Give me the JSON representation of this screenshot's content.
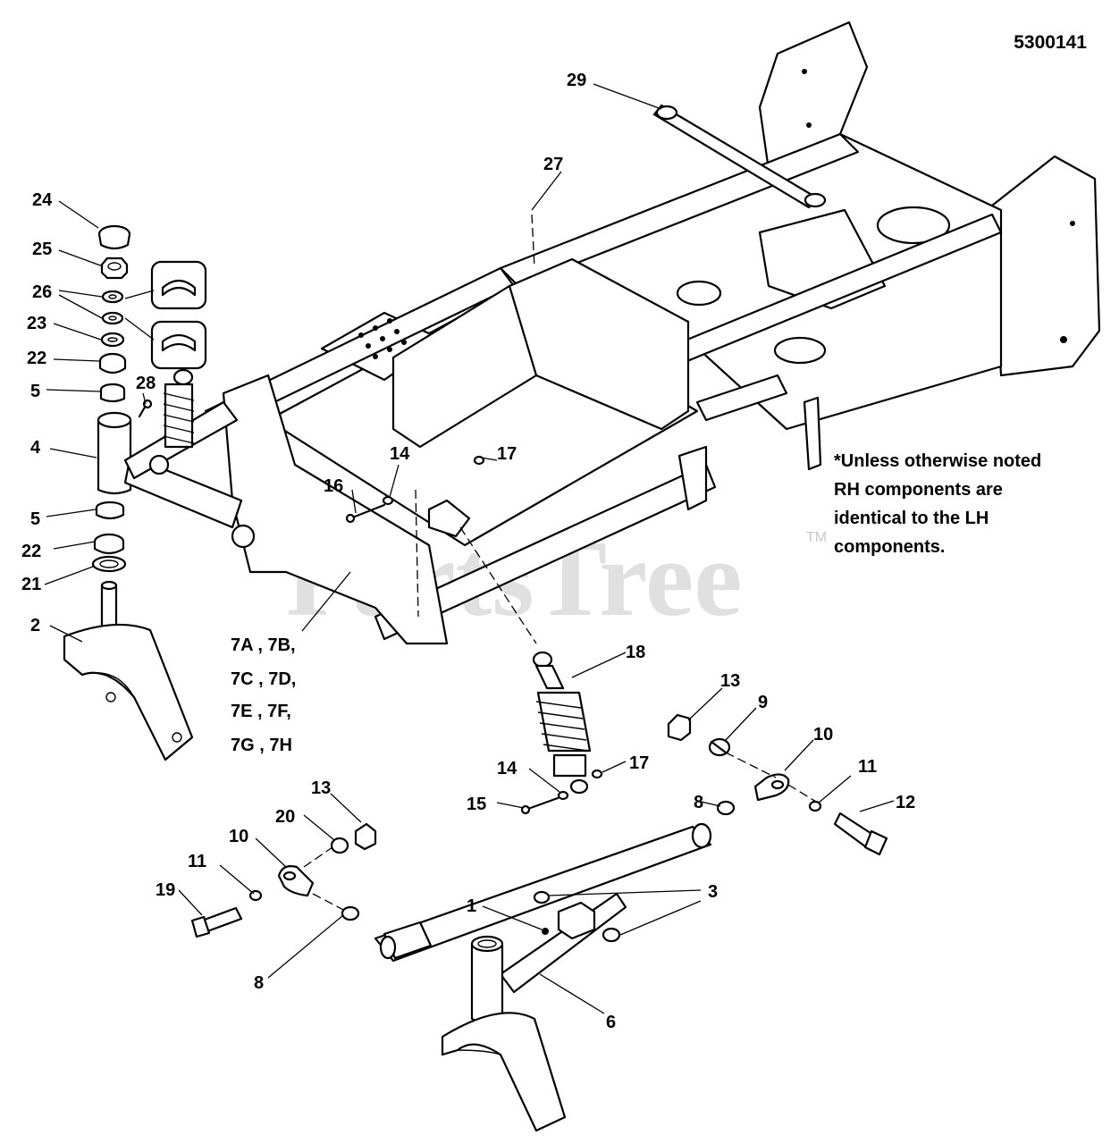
{
  "document_id": "5300141",
  "note_lines": [
    "*Unless otherwise noted",
    "RH components are",
    "identical to the LH",
    "components."
  ],
  "watermark": "PartsTree",
  "watermark_tm": "TM",
  "part_labels": {
    "p24": "24",
    "p25": "25",
    "p26": "26",
    "p23": "23",
    "p22a": "22",
    "p5a": "5",
    "p28": "28",
    "p4": "4",
    "p5b": "5",
    "p22b": "22",
    "p21": "21",
    "p2": "2",
    "p29": "29",
    "p27": "27",
    "p14a": "14",
    "p16": "16",
    "p17a": "17",
    "p7a": "7A , 7B,",
    "p7b": "7C , 7D,",
    "p7c": "7E , 7F,",
    "p7d": "7G , 7H",
    "p18": "18",
    "p13a": "13",
    "p9": "9",
    "p10a": "10",
    "p14b": "14",
    "p17b": "17",
    "p11a": "11",
    "p15": "15",
    "p8a": "8",
    "p12": "12",
    "p13b": "13",
    "p20": "20",
    "p10b": "10",
    "p11b": "11",
    "p19": "19",
    "p3": "3",
    "p1": "1",
    "p8b": "8",
    "p6": "6"
  }
}
